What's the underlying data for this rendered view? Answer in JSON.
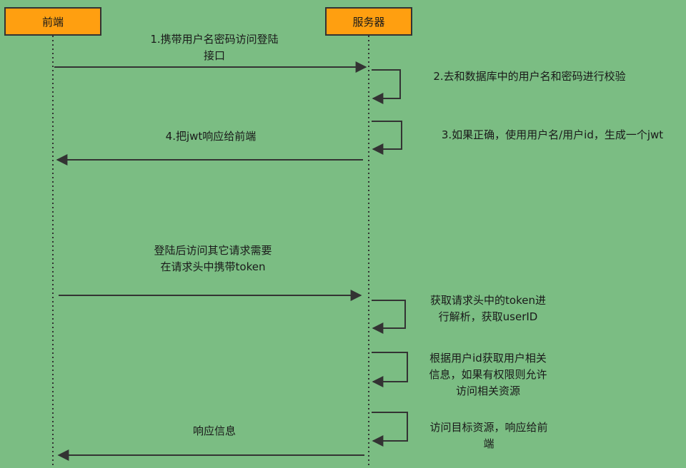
{
  "actors": {
    "frontend": "前端",
    "server": "服务器"
  },
  "messages": {
    "m1": "1.携带用户名密码访问登陆接口",
    "m2": "2.去和数据库中的用户名和密码进行校验",
    "m3": "3.如果正确，使用用户名/用户id，生成一个jwt",
    "m4": "4.把jwt响应给前端",
    "m5": "登陆后访问其它请求需要在请求头中携带token",
    "m6": "获取请求头中的token进行解析，获取userID",
    "m7": "根据用户id获取用户相关信息，如果有权限则允许访问相关资源",
    "m8": "访问目标资源，响应给前端",
    "m9": "响应信息"
  },
  "colors": {
    "background": "#7bbd83",
    "actor_fill": "#ff9f10",
    "line": "#333333"
  }
}
